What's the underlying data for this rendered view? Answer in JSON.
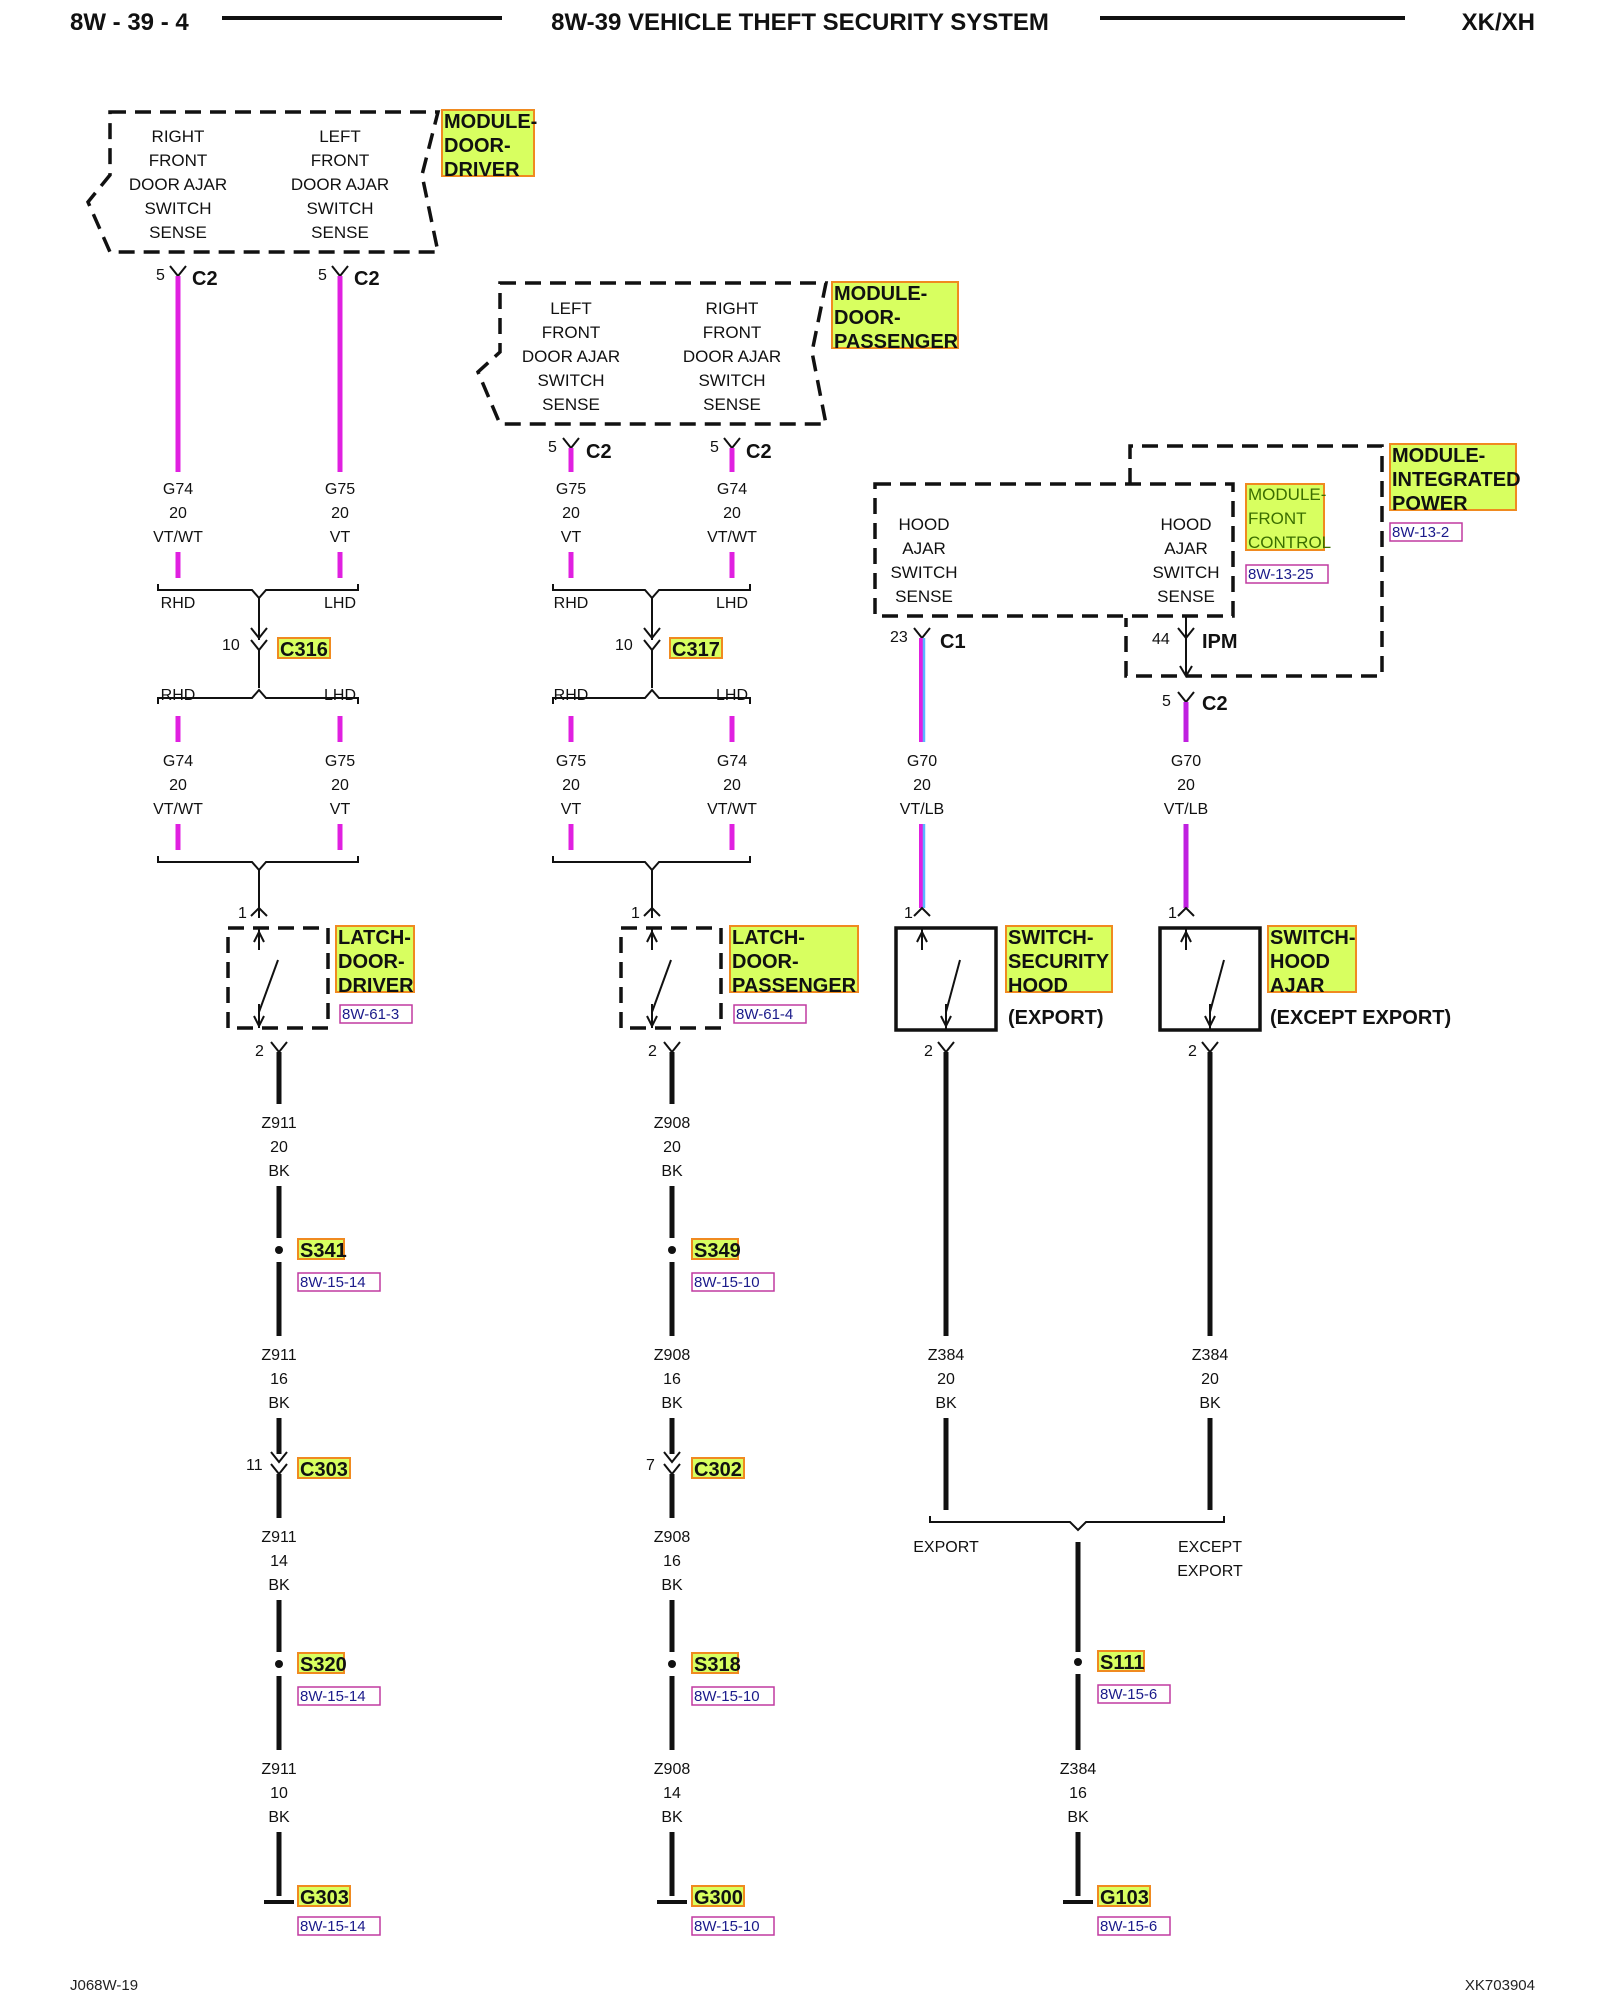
{
  "header": {
    "page_id": "8W - 39 - 4",
    "title": "8W-39 VEHICLE THEFT SECURITY SYSTEM",
    "model": "XK/XH"
  },
  "footer": {
    "left_code": "J068W-19",
    "right_code": "XK703904"
  },
  "colors": {
    "wire_violet": "#e020e0",
    "wire_light_blue": "#5ab4ff",
    "wire_black": "#111111",
    "highlight": "#d8ff60",
    "highlight_border": "#f08a20"
  },
  "driver_module": {
    "name": "MODULE-\nDOOR-\nDRIVER",
    "left_pin_text": "RIGHT\nFRONT\nDOOR AJAR\nSWITCH\nSENSE",
    "right_pin_text": "LEFT\nFRONT\nDOOR AJAR\nSWITCH\nSENSE",
    "left_cav": "5",
    "left_conn": "C2",
    "right_cav": "5",
    "right_conn": "C2"
  },
  "passenger_module": {
    "name": "MODULE-\nDOOR-\nPASSENGER",
    "left_pin_text": "LEFT\nFRONT\nDOOR AJAR\nSWITCH\nSENSE",
    "right_pin_text": "RIGHT\nFRONT\nDOOR AJAR\nSWITCH\nSENSE",
    "left_cav": "5",
    "left_conn": "C2",
    "right_cav": "5",
    "right_conn": "C2"
  },
  "driver_circuit": {
    "wire_a_top": "G74\n20\nVT/WT",
    "wire_b_top": "G75\n20\nVT",
    "rhd": "RHD",
    "lhd": "LHD",
    "connector_cav": "10",
    "connector": "C316",
    "wire_a_bot": "G74\n20\nVT/WT",
    "wire_b_bot": "G75\n20\nVT",
    "latch_in_cav": "1",
    "latch_name": "LATCH-\nDOOR-\nDRIVER",
    "latch_ref": "8W-61-3",
    "latch_out_cav": "2",
    "ground_wire_1": "Z911\n20\nBK",
    "splice_1": "S341",
    "splice_1_ref": "8W-15-14",
    "ground_wire_2": "Z911\n16\nBK",
    "inline_cav": "11",
    "inline_conn": "C303",
    "ground_wire_3": "Z911\n14\nBK",
    "splice_2": "S320",
    "splice_2_ref": "8W-15-14",
    "ground_wire_4": "Z911\n10\nBK",
    "ground": "G303",
    "ground_ref": "8W-15-14"
  },
  "passenger_circuit": {
    "wire_a_top": "G75\n20\nVT",
    "wire_b_top": "G74\n20\nVT/WT",
    "rhd": "RHD",
    "lhd": "LHD",
    "connector_cav": "10",
    "connector": "C317",
    "wire_a_bot": "G75\n20\nVT",
    "wire_b_bot": "G74\n20\nVT/WT",
    "latch_in_cav": "1",
    "latch_name": "LATCH-\nDOOR-\nPASSENGER",
    "latch_ref": "8W-61-4",
    "latch_out_cav": "2",
    "ground_wire_1": "Z908\n20\nBK",
    "splice_1": "S349",
    "splice_1_ref": "8W-15-10",
    "ground_wire_2": "Z908\n16\nBK",
    "inline_cav": "7",
    "inline_conn": "C302",
    "ground_wire_3": "Z908\n16\nBK",
    "splice_2": "S318",
    "splice_2_ref": "8W-15-10",
    "ground_wire_4": "Z908\n14\nBK",
    "ground": "G300",
    "ground_ref": "8W-15-10"
  },
  "hood_module": {
    "ipm_name": "MODULE-\nINTEGRATED\nPOWER",
    "ipm_ref": "8W-13-2",
    "fcm_name": "MODULE-\nFRONT\nCONTROL",
    "fcm_ref": "8W-13-25",
    "left_pin_text": "HOOD\nAJAR\nSWITCH\nSENSE",
    "right_pin_text": "HOOD\nAJAR\nSWITCH\nSENSE",
    "left_cav": "23",
    "left_conn": "C1",
    "ipm_cav": "44",
    "ipm_conn": "IPM",
    "right_cav": "5",
    "right_conn": "C2"
  },
  "hood_circuit": {
    "wire_left": "G70\n20\nVT/LB",
    "wire_right": "G70\n20\nVT/LB",
    "sw1_in_cav": "1",
    "sw1_out_cav": "2",
    "sw1_name": "SWITCH-\nSECURITY\nHOOD",
    "sw1_note": "(EXPORT)",
    "sw2_in_cav": "1",
    "sw2_out_cav": "2",
    "sw2_name": "SWITCH-\nHOOD\nAJAR",
    "sw2_note": "(EXCEPT EXPORT)",
    "ground_wire_left": "Z384\n20\nBK",
    "ground_wire_right": "Z384\n20\nBK",
    "export": "EXPORT",
    "except_export": "EXCEPT\nEXPORT",
    "splice": "S111",
    "splice_ref": "8W-15-6",
    "ground_wire_bot": "Z384\n16\nBK",
    "ground": "G103",
    "ground_ref": "8W-15-6"
  }
}
